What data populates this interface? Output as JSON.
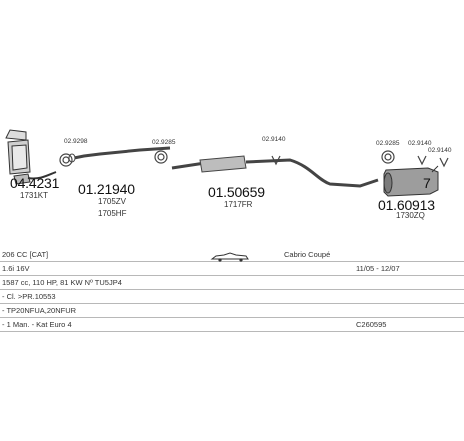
{
  "parts": [
    {
      "number": "04.4231",
      "ref": "1731KT"
    },
    {
      "number": "01.21940",
      "ref1": "1705ZV",
      "ref2": "1705HF"
    },
    {
      "number": "01.50659",
      "ref": "1717FR"
    },
    {
      "number": "01.60913",
      "ref": "1730ZQ"
    }
  ],
  "clips": [
    "02.9298",
    "02.9285",
    "02.9140",
    "02.9285",
    "02.9140",
    "02.9140"
  ],
  "muffler_digit": "7",
  "info": {
    "model": "206 CC [CAT]",
    "body": "Cabrio Coupé",
    "engine": "1.6i 16V",
    "years": "11/05 - 12/07",
    "spec": "1587 cc, 110 HP, 81 KW Nº TU5JP4",
    "clh": "- Cl. >PR.10553",
    "codes": "- TP20NFUA,20NFUR",
    "manual": "- 1 Man. - Kat Euro 4",
    "code": "C260595"
  }
}
